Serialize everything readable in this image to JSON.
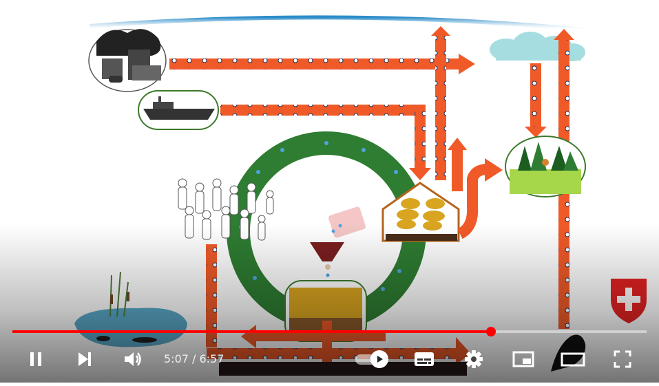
{
  "player": {
    "current_time": "5:07",
    "separator": " / ",
    "duration": "6:57",
    "progress_played_fraction": 0.755,
    "accent_color": "#ff0000",
    "autoplay_on": true
  },
  "controls": [
    {
      "name": "play-pause-button",
      "icon": "pause-icon"
    },
    {
      "name": "next-button",
      "icon": "skip-next-icon"
    },
    {
      "name": "volume-button",
      "icon": "volume-icon"
    },
    {
      "name": "autoplay-toggle",
      "icon": "play-icon"
    },
    {
      "name": "subtitles-button",
      "icon": "subtitles-icon"
    },
    {
      "name": "settings-button",
      "icon": "gear-icon"
    },
    {
      "name": "miniplayer-button",
      "icon": "miniplayer-icon"
    },
    {
      "name": "theater-mode-button",
      "icon": "theater-icon"
    },
    {
      "name": "fullscreen-button",
      "icon": "fullscreen-icon"
    }
  ],
  "illustration": {
    "logo": "swiss-cross-shield",
    "colors": {
      "arrow": "#f05a28",
      "ring": "#2e7d32",
      "star": "#1565c0",
      "water": "#5aa9c9"
    }
  }
}
